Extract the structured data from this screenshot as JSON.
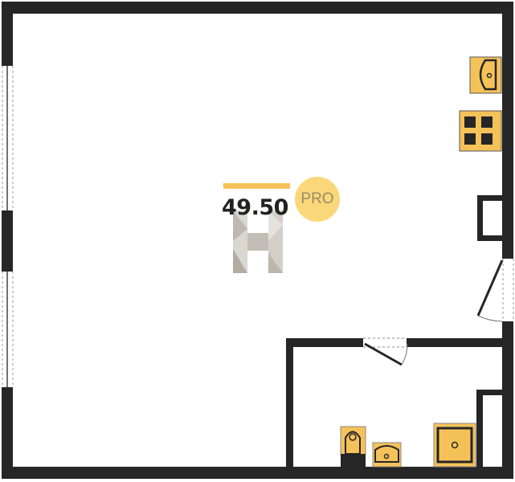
{
  "plan": {
    "area_label": "49.50",
    "badge_label": "PRO",
    "logo_letter": "H"
  },
  "colors": {
    "wall": "#262626",
    "fixture": "#f5c25a",
    "accent": "#f5c25a",
    "badge": "#fad87a"
  }
}
